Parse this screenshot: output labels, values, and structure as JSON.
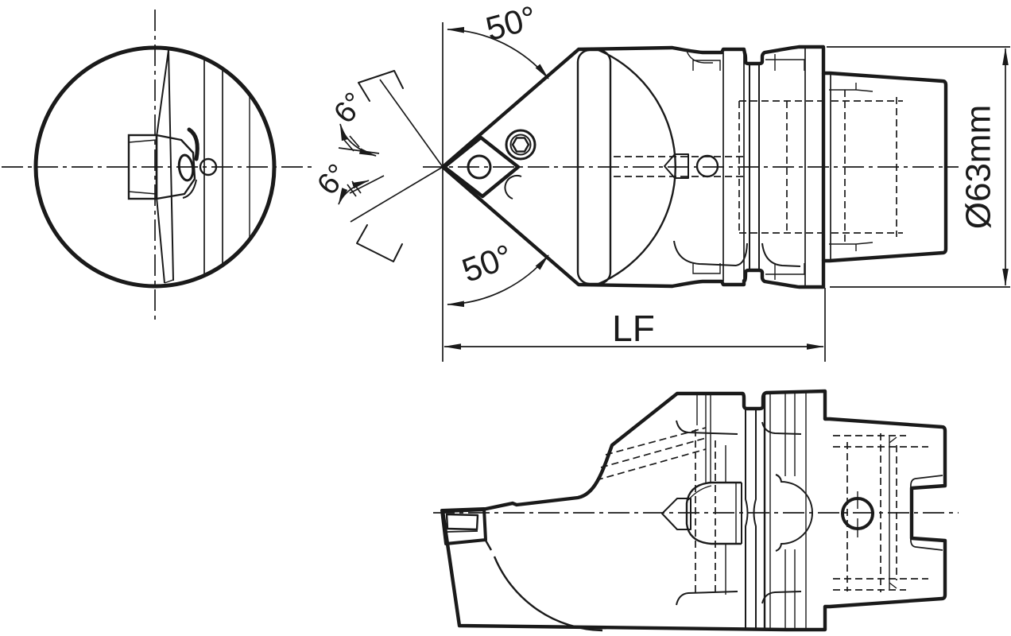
{
  "drawing": {
    "background": "#ffffff",
    "line_color": "#1a1a1a",
    "insert_fill": "#c6c8cb",
    "labels": {
      "lead_angle_top": "50°",
      "lead_angle_bottom": "50°",
      "clearance_angle_top": "6°",
      "clearance_angle_bottom": "6°",
      "functional_length": "LF",
      "shank_diameter": "Ø63mm"
    }
  }
}
